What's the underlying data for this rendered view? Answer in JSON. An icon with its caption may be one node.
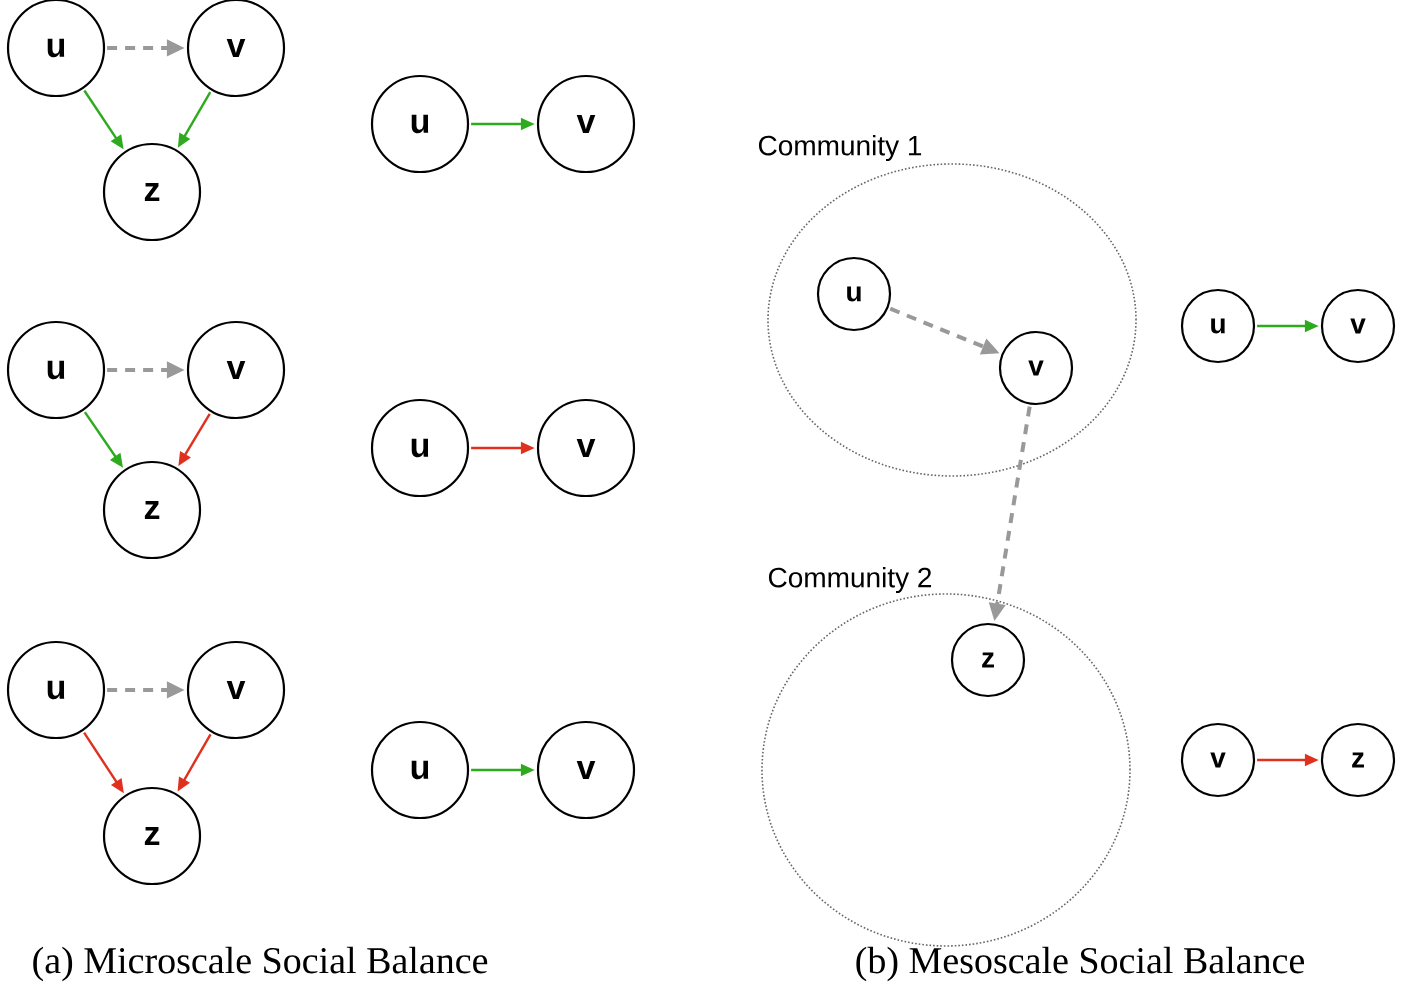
{
  "diagram": {
    "nodes": [
      {
        "text": [
          "u"
        ]
      },
      {
        "text": [
          "v"
        ]
      },
      {
        "text": [
          "z"
        ]
      },
      {
        "text": [
          "u"
        ]
      },
      {
        "text": [
          "v"
        ]
      },
      {
        "text": [
          "u"
        ]
      },
      {
        "text": [
          "v"
        ]
      },
      {
        "text": [
          "z"
        ]
      },
      {
        "text": [
          "u"
        ]
      },
      {
        "text": [
          "v"
        ]
      },
      {
        "text": [
          "u"
        ]
      },
      {
        "text": [
          "v"
        ]
      },
      {
        "text": [
          "z"
        ]
      },
      {
        "text": [
          "u"
        ]
      },
      {
        "text": [
          "v"
        ]
      },
      {
        "text": [
          "Community 1"
        ]
      },
      {
        "text": [
          "u"
        ],
        "in": 15
      },
      {
        "text": [
          "v"
        ],
        "in": 15
      },
      {
        "text": [
          "Community 2"
        ]
      },
      {
        "text": [
          "z"
        ],
        "in": 18
      },
      {
        "text": [
          "u"
        ]
      },
      {
        "text": [
          "v"
        ]
      },
      {
        "text": [
          "v"
        ]
      },
      {
        "text": [
          "z"
        ]
      }
    ],
    "edges": [
      {
        "from": 0,
        "to": 1,
        "arrow": "to",
        "style": "dashed",
        "color": "#999999"
      },
      {
        "from": 0,
        "to": 2,
        "arrow": "to",
        "color": "#2eaa1e"
      },
      {
        "from": 1,
        "to": 2,
        "arrow": "to",
        "color": "#2eaa1e"
      },
      {
        "from": 3,
        "to": 4,
        "arrow": "to",
        "color": "#2eaa1e"
      },
      {
        "from": 5,
        "to": 6,
        "arrow": "to",
        "style": "dashed",
        "color": "#999999"
      },
      {
        "from": 5,
        "to": 7,
        "arrow": "to",
        "color": "#2eaa1e"
      },
      {
        "from": 6,
        "to": 7,
        "arrow": "to",
        "color": "#e0301e"
      },
      {
        "from": 8,
        "to": 9,
        "arrow": "to",
        "color": "#e0301e"
      },
      {
        "from": 10,
        "to": 11,
        "arrow": "to",
        "style": "dashed",
        "color": "#999999"
      },
      {
        "from": 10,
        "to": 12,
        "arrow": "to",
        "color": "#e0301e"
      },
      {
        "from": 11,
        "to": 12,
        "arrow": "to",
        "color": "#e0301e"
      },
      {
        "from": 13,
        "to": 14,
        "arrow": "to",
        "color": "#2eaa1e"
      },
      {
        "from": 16,
        "to": 17,
        "arrow": "to",
        "style": "dashed",
        "color": "#999999"
      },
      {
        "from": 17,
        "to": 19,
        "arrow": "to",
        "style": "dashed",
        "color": "#999999"
      },
      {
        "from": 20,
        "to": 21,
        "arrow": "to",
        "color": "#2eaa1e"
      },
      {
        "from": 22,
        "to": 23,
        "arrow": "to",
        "color": "#e0301e"
      }
    ],
    "labels": [
      "(a) Microscale Social Balance",
      "(b) Mesoscale Social Balance"
    ]
  }
}
